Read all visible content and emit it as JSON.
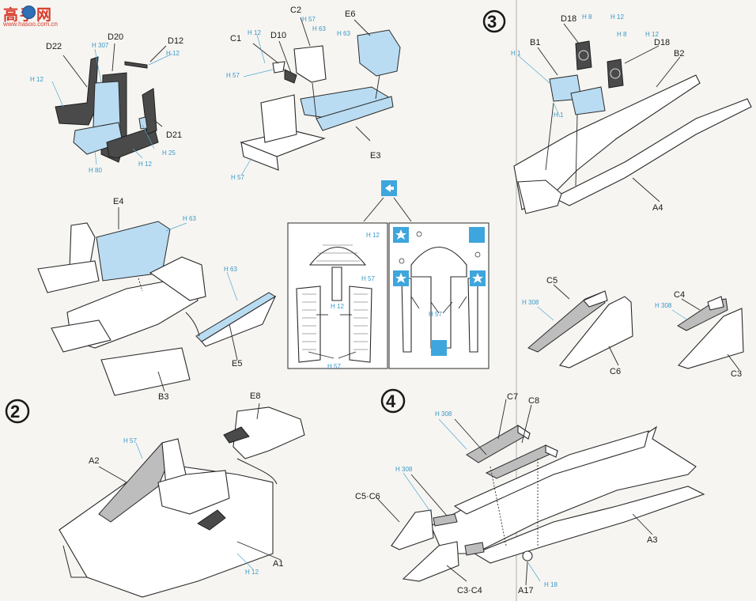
{
  "watermark": {
    "text": "高手网",
    "url": "www.hasoo.com.cn"
  },
  "steps": [
    "2",
    "3",
    "4"
  ],
  "parts": {
    "D22": "D22",
    "D20": "D20",
    "D12": "D12",
    "D21": "D21",
    "C1": "C1",
    "C2": "C2",
    "D10": "D10",
    "E6": "E6",
    "E3": "E3",
    "D18a": "D18",
    "D18b": "D18",
    "B1": "B1",
    "B2": "B2",
    "A4": "A4",
    "E4": "E4",
    "E5": "E5",
    "B3": "B3",
    "C5": "C5",
    "C6": "C6",
    "C4": "C4",
    "C3": "C3",
    "E8": "E8",
    "A2": "A2",
    "A1": "A1",
    "C7": "C7",
    "C8": "C8",
    "C5C6": "C5·C6",
    "C3C4": "C3·C4",
    "A3": "A3",
    "A17": "A17"
  },
  "colors": {
    "h307": "H 307",
    "h12a": "H 12",
    "h12b": "H 12",
    "h12c": "H 12",
    "h25": "H 25",
    "h80": "H 80",
    "h12d": "H 12",
    "h57a": "H 57",
    "h63a": "H 63",
    "h63b": "H 63",
    "h57b": "H 57",
    "h57c": "H 57",
    "h8a": "H 8",
    "h12e": "H 12",
    "h8b": "H 8",
    "h12f": "H 12",
    "h1a": "H 1",
    "h1b": "H 1",
    "h63c": "H 63",
    "h63d": "H 63",
    "h12g": "H 12",
    "h57d": "H 57",
    "h12h": "H 12",
    "h57e": "H 57",
    "h57f": "H 57",
    "h308a": "H 308",
    "h308b": "H 308",
    "h57g": "H 57",
    "h12i": "H 12",
    "h308c": "H 308",
    "h308d": "H 308",
    "h18": "H 18"
  }
}
